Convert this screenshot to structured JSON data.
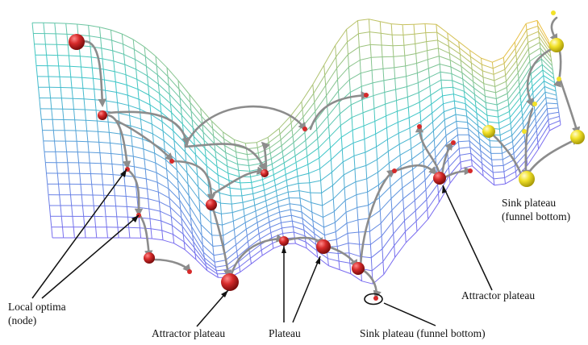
{
  "labels": {
    "local_optima_line1": "Local optima",
    "local_optima_line2": "(node)",
    "attractor_plateau_bottom": "Attractor plateau",
    "plateau": "Plateau",
    "sink_plateau_bottom": "Sink plateau (funnel bottom)",
    "attractor_plateau_right": "Attractor plateau",
    "sink_plateau_right_line1": "Sink plateau",
    "sink_plateau_right_line2": "(funnel bottom)"
  },
  "colors": {
    "node_red": "#d62a2a",
    "node_yellow": "#f2e229",
    "arrow_gray": "#8c8c8c",
    "mesh_low": "#7a6cf0",
    "mesh_mid": "#3cc8c8",
    "mesh_high": "#f0c040"
  },
  "icons": {
    "sink_marker": "ellipse-outline"
  }
}
